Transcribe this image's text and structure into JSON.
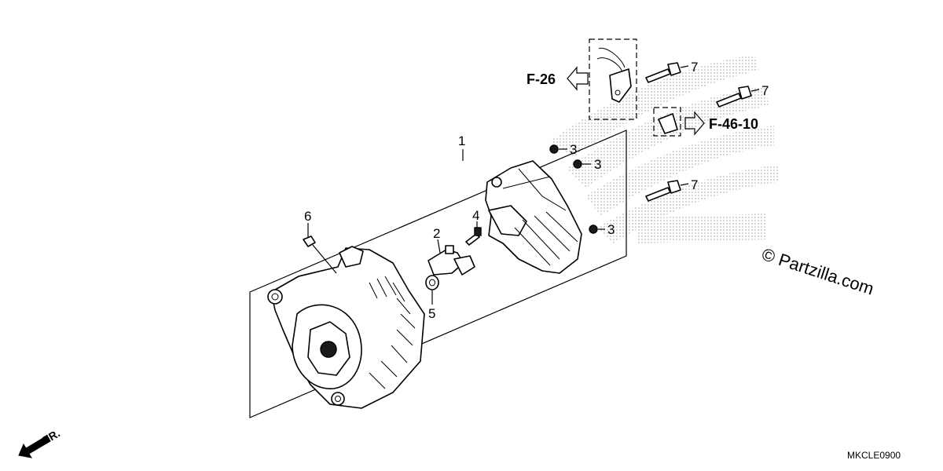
{
  "callouts": {
    "c1": "1",
    "c2": "2",
    "c3a": "3",
    "c3b": "3",
    "c3c": "3",
    "c4": "4",
    "c5": "5",
    "c6": "6",
    "c7a": "7",
    "c7b": "7",
    "c7c": "7"
  },
  "refs": {
    "f26": "F-26",
    "f4610": "F-46-10"
  },
  "direction_label": "FR.",
  "watermark": "© Partzilla.com",
  "diagram_code": "MKCLE0900",
  "icons": [
    "fr-arrow-icon",
    "ref-arrow-left-icon",
    "ref-arrow-right-icon",
    "honda-wing-watermark-icon"
  ]
}
